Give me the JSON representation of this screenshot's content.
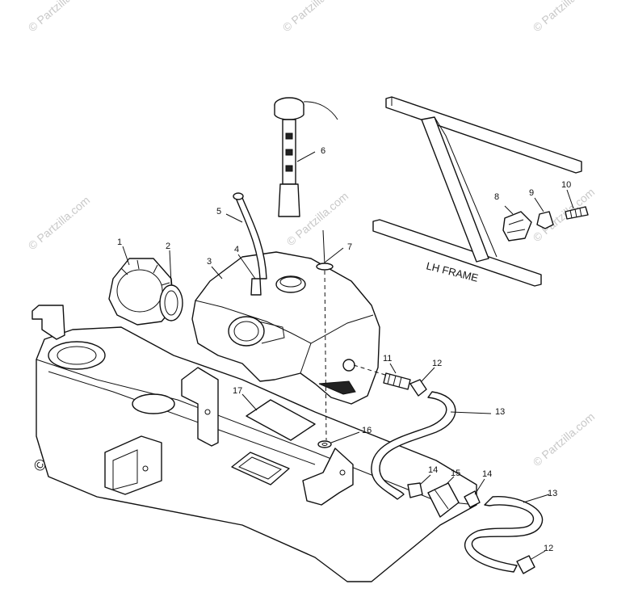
{
  "watermark": {
    "text": "© Partzilla.com",
    "side_text": "© Partzilla.com"
  },
  "frame_label": "LH FRAME",
  "callouts": {
    "c1": "1",
    "c2": "2",
    "c3": "3",
    "c4": "4",
    "c5": "5",
    "c6": "6",
    "c7": "7",
    "c8": "8",
    "c9": "9",
    "c10": "10",
    "c11": "11",
    "c12a": "12",
    "c12b": "12",
    "c13a": "13",
    "c13b": "13",
    "c14a": "14",
    "c14b": "14",
    "c15": "15",
    "c16": "16",
    "c17": "17"
  },
  "colors": {
    "line": "#111111",
    "watermark": "#c8c8c8",
    "background": "#ffffff"
  }
}
